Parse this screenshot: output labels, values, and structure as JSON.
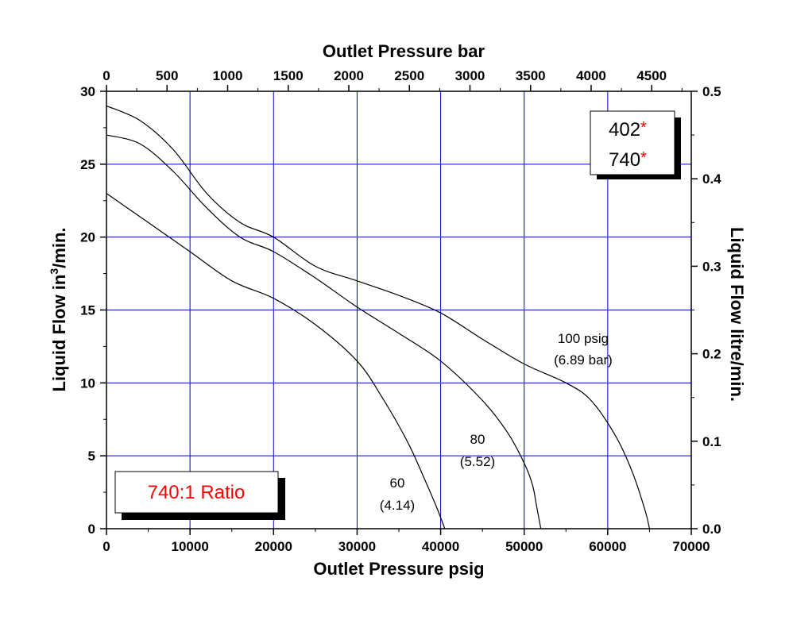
{
  "chart_data": {
    "type": "line",
    "x_bottom": {
      "label": "Outlet Pressure psig",
      "range": [
        0,
        70000
      ],
      "ticks": [
        0,
        10000,
        20000,
        30000,
        40000,
        50000,
        60000,
        70000
      ],
      "tick_labels": [
        "0",
        "10000",
        "20000",
        "30000",
        "40000",
        "50000",
        "60000",
        "70000"
      ]
    },
    "x_top": {
      "label": "Outlet Pressure bar",
      "ticks": [
        0,
        500,
        1000,
        1500,
        2000,
        2500,
        3000,
        3500,
        4000,
        4500
      ],
      "tick_labels": [
        "0",
        "500",
        "1000",
        "1500",
        "2000",
        "2500",
        "3000",
        "3500",
        "4000",
        "4500"
      ]
    },
    "y_left": {
      "label_main": "Liquid Flow in",
      "label_sup": "3",
      "label_end": "/min.",
      "range": [
        0,
        30
      ],
      "ticks": [
        0,
        5,
        10,
        15,
        20,
        25,
        30
      ],
      "tick_labels": [
        "0",
        "5",
        "10",
        "15",
        "20",
        "25",
        "30"
      ]
    },
    "y_right": {
      "label": "Liquid Flow litre/min.",
      "range": [
        0,
        0.5
      ],
      "ticks": [
        0,
        0.1,
        0.2,
        0.3,
        0.4,
        0.5
      ],
      "tick_labels": [
        "0.0",
        "0.1",
        "0.2",
        "0.3",
        "0.4",
        "0.5"
      ]
    },
    "grid": true,
    "series": [
      {
        "name": "60 psig",
        "x": [
          0,
          5000,
          10000,
          15000,
          20000,
          25000,
          30000,
          33000,
          36000,
          38000,
          39500,
          40500
        ],
        "y": [
          23,
          21,
          19,
          17,
          15.8,
          14,
          11.5,
          9,
          6,
          3.5,
          1.5,
          0
        ]
      },
      {
        "name": "80 psig",
        "x": [
          0,
          4000,
          8000,
          12000,
          16000,
          20000,
          25000,
          30000,
          35000,
          40000,
          45000,
          48000,
          50000,
          51000,
          51500,
          52000
        ],
        "y": [
          27,
          26.4,
          24.5,
          22,
          20,
          19,
          17.2,
          15.2,
          13.4,
          11.5,
          8.8,
          6.6,
          4.5,
          3,
          1.5,
          0
        ]
      },
      {
        "name": "100 psig",
        "x": [
          0,
          4000,
          8000,
          12000,
          16000,
          20000,
          25000,
          30000,
          35000,
          40000,
          45000,
          50000,
          55000,
          58000,
          61000,
          63000,
          64500,
          65000
        ],
        "y": [
          29,
          28,
          26,
          23,
          21,
          20,
          18,
          17,
          16,
          14.8,
          13,
          11.3,
          10,
          8.8,
          6.3,
          3.8,
          1.2,
          0
        ]
      }
    ],
    "annotations": {
      "a100_line1": "100 psig",
      "a100_line2": "(6.89 bar)",
      "a80_line1": "80",
      "a80_line2": "(5.52)",
      "a60_line1": "60",
      "a60_line2": "(4.14)"
    },
    "model_box": {
      "line1_num": "402",
      "line2_num": "740",
      "asterisk": "*"
    },
    "ratio_label": "740:1 Ratio",
    "colors": {
      "grid": "#0000cc",
      "curve": "#000000",
      "ratio_text": "#ff0000",
      "asterisk": "#ff0000"
    }
  }
}
